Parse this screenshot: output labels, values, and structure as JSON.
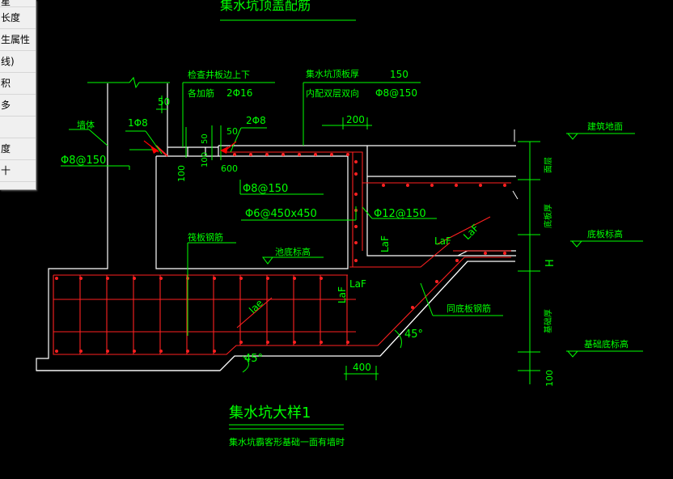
{
  "side_panel": {
    "items": [
      "星",
      "长度",
      "生属性",
      "线)",
      "积",
      "多",
      "",
      "度",
      "十"
    ]
  },
  "drawing": {
    "title_top": "集水坑顶盖配筋",
    "main_title": "集水坑大样1",
    "subtitle": "集水坑霸客形基础一面有墙时",
    "labels": {
      "wall": "墙体",
      "bar_1phi8": "1Φ8",
      "phi8_150_left": "Φ8@150",
      "dim_50_top": "50",
      "inspection_well": "检查井板边上下",
      "added_bars": "各加筋",
      "bars_2phi16": "2Φ16",
      "top_slab_thk": "集水坑顶板厚",
      "slab_thk_val": "150",
      "internal_double": "内配双层双向",
      "phi8_150_top": "Φ8@150",
      "bars_2phi8": "2Φ8",
      "dim_50_mid": "50",
      "dim_50_vert": "50",
      "dim_200": "200",
      "dim_100a": "100",
      "dim_100b": "100",
      "dim_600": "600",
      "phi8_150_inner": "Φ8@150",
      "phi6_450": "Φ6@450x450",
      "phi12_150": "Φ12@150",
      "raft_rebar": "筏板钢筋",
      "pool_bottom": "池底标高",
      "lae": "lae",
      "laf_1": "LaF",
      "laf_2": "LaF",
      "laf_3": "LaF",
      "laf_4": "LaF",
      "laf_5": "LaF",
      "same_bottom_rebar": "同底板钢筋",
      "angle_45_a": "45°",
      "angle_45_b": "45°",
      "dim_400": "400",
      "building_ground": "建筑地面",
      "bottom_slab_level": "底板标高",
      "foundation_bottom": "基础底标高",
      "dim_H": "H",
      "cushion": "面层",
      "slab_thk_side": "底板厚",
      "foundation_thk": "基础厚",
      "dim_100_side": "100"
    }
  },
  "colors": {
    "outline": "#ffffff",
    "annotation": "#00ff00",
    "rebar": "#ff2020",
    "leader_arrow": "#ff0000"
  }
}
